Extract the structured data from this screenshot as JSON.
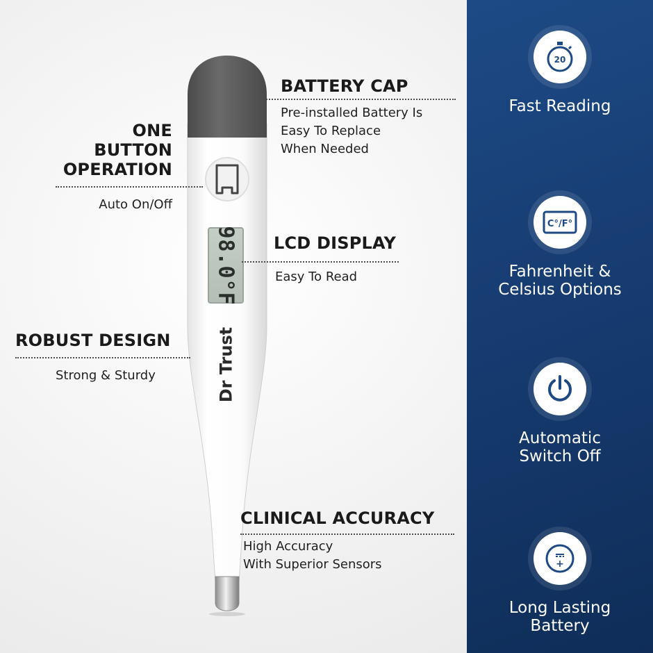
{
  "callouts": {
    "battery_cap": {
      "title": "BATTERY CAP",
      "desc": [
        "Pre-installed Battery Is",
        "Easy To Replace",
        "When Needed"
      ]
    },
    "one_button": {
      "title": [
        "ONE BUTTON",
        "OPERATION"
      ],
      "desc": "Auto On/Off"
    },
    "lcd_display": {
      "title": "LCD DISPLAY",
      "desc": "Easy To Read"
    },
    "robust_design": {
      "title": "ROBUST DESIGN",
      "desc": "Strong & Sturdy"
    },
    "clinical_accuracy": {
      "title": "CLINICAL ACCURACY",
      "desc": [
        "High Accuracy",
        "With Superior Sensors"
      ]
    }
  },
  "thermometer": {
    "brand": "Dr Trust",
    "lcd_reading": "98.0°F"
  },
  "features": [
    {
      "label": [
        "Fast Reading"
      ],
      "icon": "stopwatch-icon",
      "icon_text": "20"
    },
    {
      "label": [
        "Fahrenheit &",
        "Celsius Options"
      ],
      "icon": "unit-toggle-icon",
      "icon_text": "C°/F°"
    },
    {
      "label": [
        "Automatic",
        "Switch Off"
      ],
      "icon": "power-icon"
    },
    {
      "label": [
        "Long Lasting",
        "Battery"
      ],
      "icon": "battery-icon",
      "icon_text": "+"
    }
  ],
  "colors": {
    "panel": "#163b70",
    "cap": "#5e5e5e",
    "icon": "#1d4a85"
  }
}
